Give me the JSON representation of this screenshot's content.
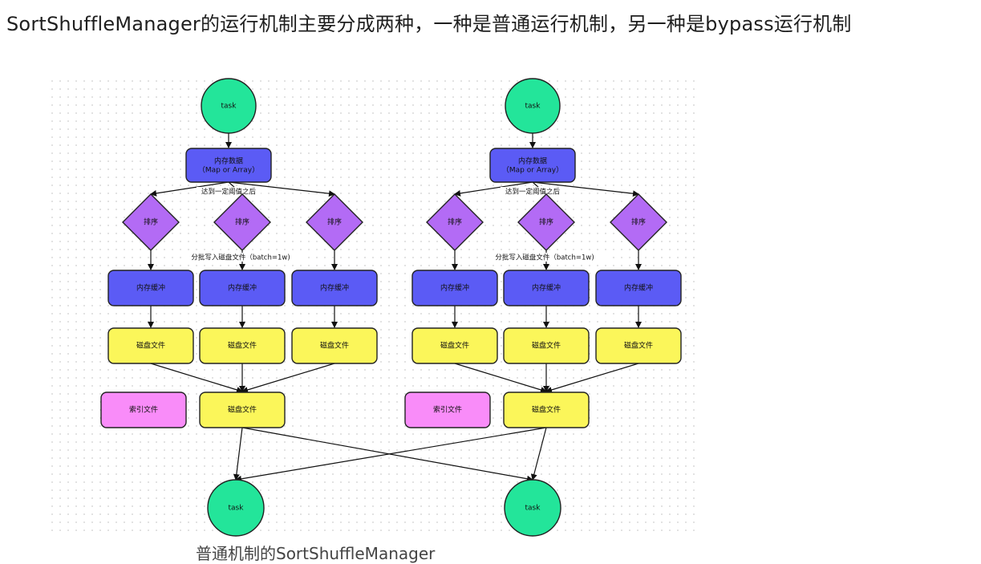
{
  "heading": "SortShuffleManager的运行机制主要分成两种，一种是普通运行机制，另一种是bypass运行机制",
  "caption": "普通机制的SortShuffleManager",
  "labels": {
    "task": "task",
    "memory_data_line1": "内存数据",
    "memory_data_line2": "（Map or Array）",
    "threshold_note": "达到一定阈值之后",
    "sort": "排序",
    "batch_note": "分批写入磁盘文件（batch=1w)",
    "memory_buffer": "内存缓冲",
    "disk_file": "磁盘文件",
    "index_file": "索引文件"
  },
  "colors": {
    "task_green": "#23e59a",
    "memory_blue": "#5b5bf5",
    "sort_purple": "#b36bf5",
    "disk_yellow": "#fbf65a",
    "index_pink": "#f98cf9",
    "outline": "#222222"
  }
}
